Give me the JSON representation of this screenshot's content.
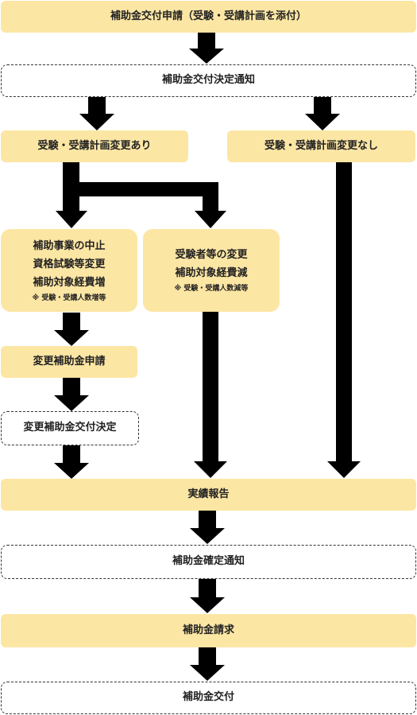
{
  "nodes": {
    "application": "補助金交付申請（受験・受講計画を添付）",
    "decision_notice": "補助金交付決定通知",
    "plan_changed": "受験・受講計画変更あり",
    "plan_unchanged": "受験・受講計画変更なし",
    "increase_case": {
      "lines": [
        "補助事業の中止",
        "資格試験等変更",
        "補助対象経費増"
      ],
      "note": "※ 受験・受講人数増等"
    },
    "decrease_case": {
      "lines": [
        "受験者等の変更",
        "補助対象経費減"
      ],
      "note": "※ 受験・受講人数減等"
    },
    "change_application": "変更補助金申請",
    "change_decision": "変更補助金交付決定",
    "results_report": "実績報告",
    "confirmation_notice": "補助金確定通知",
    "payment_request": "補助金請求",
    "payment": "補助金交付"
  },
  "colors": {
    "filled_box": "#fce6a4",
    "arrow": "#000000",
    "dashed_border": "#333333"
  }
}
